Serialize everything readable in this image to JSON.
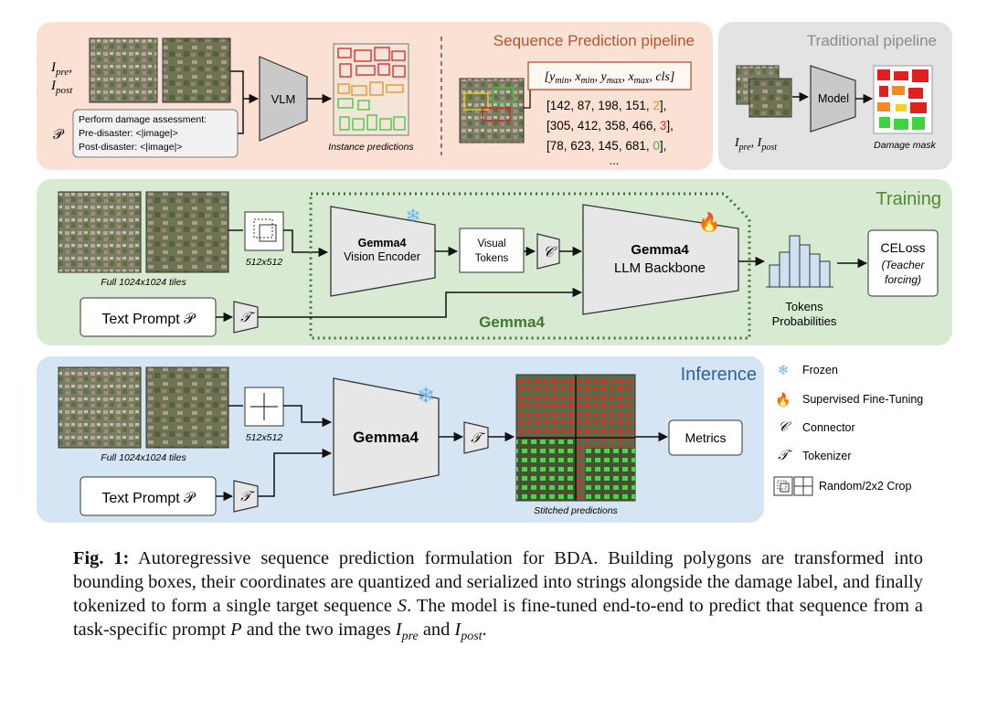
{
  "top": {
    "seq_title": "Sequence Prediction pipeline",
    "trad_title": "Traditional pipeline",
    "i_pre": "I",
    "i_pre_sub": "pre",
    "i_post": "I",
    "i_post_sub": "post",
    "p_symbol": "𝒫",
    "vlm_label": "VLM",
    "prompt_lines": [
      "Perform damage assessment:",
      "Pre-disaster: <|image|>",
      "Post-disaster: <|image|>"
    ],
    "instance_caption": "Instance predictions",
    "format_header": "[y_min, x_min, y_max, x_max, cls]",
    "coord_rows": [
      {
        "text": "[142, 87, 198, 151, ",
        "cls": "2",
        "tail": "],",
        "color": "#f28a1e"
      },
      {
        "text": "[305, 412, 358, 466, ",
        "cls": "3",
        "tail": "],",
        "color": "#e01f1f"
      },
      {
        "text": "[78, 623, 145, 681, ",
        "cls": "0",
        "tail": "],",
        "color": "#3cb83c"
      }
    ],
    "ellipsis": "...",
    "model_label": "Model",
    "trad_inputs": "I_pre, I_post",
    "damage_mask_caption": "Damage mask"
  },
  "training": {
    "title": "Training",
    "full_tiles": "Full 1024x1024 tiles",
    "crop_size": "512x512",
    "encoder_line1": "Gemma4",
    "encoder_line2": "Vision Encoder",
    "visual_tokens_line1": "Visual",
    "visual_tokens_line2": "Tokens",
    "connector": "𝒞",
    "llm_line1": "Gemma4",
    "llm_line2": "LLM Backbone",
    "gemma_group": "Gemma4",
    "text_prompt": "Text Prompt 𝒫",
    "tokenizer": "𝒯",
    "tokens_prob_line1": "Tokens",
    "tokens_prob_line2": "Probabilities",
    "celoss_line1": "CELoss",
    "celoss_line2": "(Teacher",
    "celoss_line3": "forcing)"
  },
  "inference": {
    "title": "Inference",
    "full_tiles": "Full 1024x1024 tiles",
    "crop_size": "512x512",
    "model": "Gemma4",
    "tokenizer": "𝒯",
    "text_prompt": "Text Prompt 𝒫",
    "stitched": "Stitched predictions",
    "metrics": "Metrics"
  },
  "legend": [
    {
      "symbol": "❄",
      "label": "Frozen"
    },
    {
      "symbol": "🔥",
      "label": "Supervised Fine-Tuning"
    },
    {
      "symbol": "𝒞",
      "label": "Connector"
    },
    {
      "symbol": "𝒯",
      "label": "Tokenizer"
    },
    {
      "symbol": "crop",
      "label": "Random/2x2 Crop"
    }
  ],
  "caption": {
    "fig_label": "Fig. 1:",
    "text_1": " Autoregressive sequence prediction formulation for BDA. Building polygons are transformed into bounding boxes, their coordinates are quantized and serialized into strings alongside the damage label, and finally tokenized to form a single target sequence ",
    "s": "S",
    "text_2": ". The model is fine-tuned end-to-end to predict that sequence from a task-specific prompt ",
    "p": "P",
    "text_3": " and the two images ",
    "i1": "I",
    "i1_sub": "pre",
    "text_4": " and ",
    "i2": "I",
    "i2_sub": "post",
    "text_5": "."
  },
  "colors": {
    "seq_bg": "#fbe1d4",
    "trad_bg": "#e3e3e3",
    "train_bg": "#d9ead2",
    "infer_bg": "#d6e5f4",
    "train_title": "#4e8a2e",
    "infer_title": "#2f5f9e",
    "seq_title": "#b5532b",
    "trad_title": "#8a8a8a",
    "gemma_group": "#3f7a2c"
  }
}
